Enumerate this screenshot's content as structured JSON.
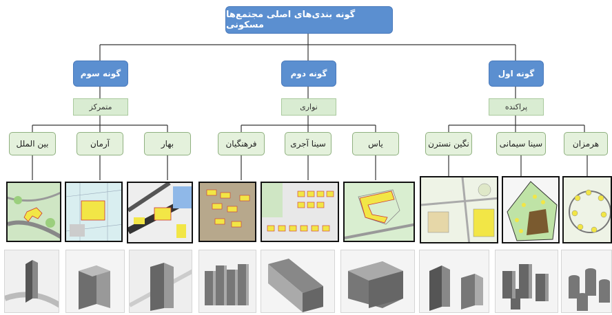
{
  "root": {
    "label": "گونه بندی‌های اصلی مجتمع‌ها مسکونی"
  },
  "groups": [
    {
      "label": "گونه سوم",
      "sub": "متمرکز",
      "leaves": [
        "بین الملل",
        "آرمان",
        "بهار"
      ]
    },
    {
      "label": "گونه دوم",
      "sub": "نواری",
      "leaves": [
        "فرهنگیان",
        "سینا آجری",
        "یاس"
      ]
    },
    {
      "label": "گونه اول",
      "sub": "پراکنده",
      "leaves": [
        "نگین نسترن",
        "سینا سیمانی",
        "هرمزان"
      ]
    }
  ],
  "colors": {
    "blue": "#5b8fd0",
    "green_sub": "#d9ecd2",
    "green_leaf": "#e4f1dc",
    "plan_yellow": "#f2e646"
  }
}
